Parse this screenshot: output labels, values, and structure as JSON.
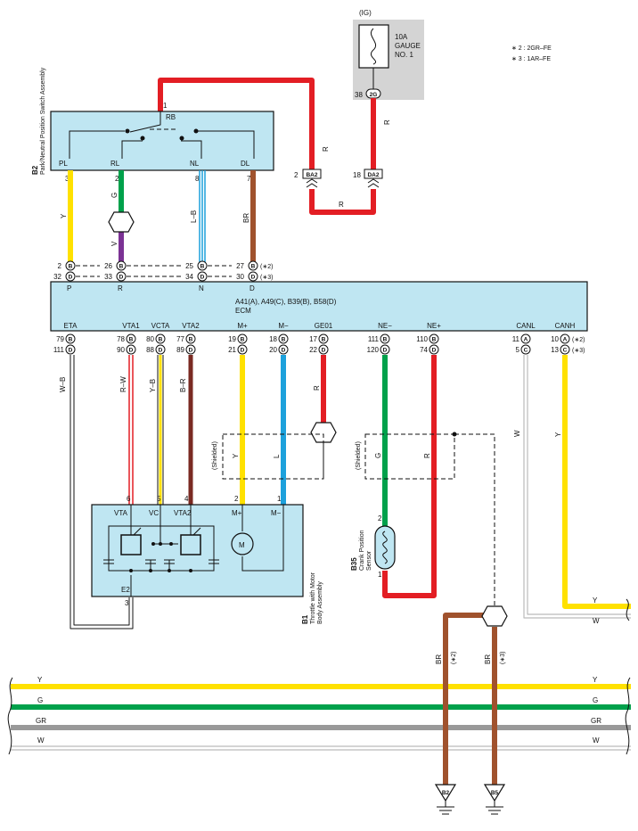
{
  "notes": {
    "n2": "∗ 2 : 2GR–FE",
    "n3": "∗ 3 : 1AR–FE"
  },
  "fuse": {
    "ig": "(IG)",
    "l1": "10A",
    "l2": "GAUGE",
    "l3": "NO. 1",
    "pin": "38",
    "conn": "2G"
  },
  "b2": {
    "code": "B2",
    "name": "Park/Neutral Position Switch Assembly",
    "rb": "RB",
    "pin1": "1",
    "pins": [
      {
        "name": "PL",
        "num": "3"
      },
      {
        "name": "RL",
        "num": "2"
      },
      {
        "name": "NL",
        "num": "8"
      },
      {
        "name": "DL",
        "num": "7"
      }
    ]
  },
  "jc": {
    "ba2": "BA2",
    "ba2_pin": "2",
    "da2": "DA2",
    "da2_pin": "18"
  },
  "wire_colors": {
    "r": "R",
    "y": "Y",
    "g": "G",
    "v": "V",
    "lb": "L–B",
    "br": "BR",
    "rw": "R–W",
    "yb": "Y–B",
    "bR": "B–R",
    "wb": "W–B",
    "l": "L",
    "w": "W",
    "gr": "GR"
  },
  "ecm_top": [
    {
      "num1": "2",
      "c1": "B",
      "num2": "32",
      "c2": "D",
      "sig": "P"
    },
    {
      "num1": "26",
      "c1": "B",
      "num2": "33",
      "c2": "D",
      "sig": "R"
    },
    {
      "num1": "25",
      "c1": "B",
      "num2": "34",
      "c2": "D",
      "sig": "N"
    },
    {
      "num1": "27",
      "c1": "B",
      "num2": "30",
      "c2": "D",
      "sig": "D",
      "n1": "(∗2)",
      "n2": "(∗3)"
    }
  ],
  "ecm": {
    "conns": "A41(A), A49(C), B39(B), B58(D)",
    "name": "ECM"
  },
  "ecm_bottom": [
    {
      "sig": "ETA",
      "num1": "79",
      "c1": "B",
      "num2": "111",
      "c2": "D"
    },
    {
      "sig": "VTA1",
      "num1": "78",
      "c1": "B",
      "num2": "90",
      "c2": "D"
    },
    {
      "sig": "VCTA",
      "num1": "80",
      "c1": "B",
      "num2": "88",
      "c2": "D"
    },
    {
      "sig": "VTA2",
      "num1": "77",
      "c1": "B",
      "num2": "89",
      "c2": "D"
    },
    {
      "sig": "M+",
      "num1": "19",
      "c1": "B",
      "num2": "21",
      "c2": "D"
    },
    {
      "sig": "M−",
      "num1": "18",
      "c1": "B",
      "num2": "20",
      "c2": "D"
    },
    {
      "sig": "GE01",
      "num1": "17",
      "c1": "B",
      "num2": "22",
      "c2": "D"
    },
    {
      "sig": "NE−",
      "num1": "111",
      "c1": "B",
      "num2": "120",
      "c2": "D"
    },
    {
      "sig": "NE+",
      "num1": "110",
      "c1": "B",
      "num2": "74",
      "c2": "D"
    },
    {
      "sig": "CANL",
      "num1": "11",
      "c1": "A",
      "num2": "5",
      "c2": "C"
    },
    {
      "sig": "CANH",
      "num1": "10",
      "c1": "A",
      "num2": "13",
      "c2": "C",
      "n1": "(∗2)",
      "n2": "(∗3)"
    }
  ],
  "shielded": "(Shielded)",
  "b1": {
    "code": "B1",
    "name1": "Throttle with Motor",
    "name2": "Body Assembly",
    "pins": [
      {
        "name": "VTA",
        "num": "6"
      },
      {
        "name": "VC",
        "num": "5"
      },
      {
        "name": "VTA2",
        "num": "4"
      },
      {
        "name": "M+",
        "num": "2"
      },
      {
        "name": "M−",
        "num": "1"
      }
    ],
    "e2": "E2",
    "e2_pin": "3",
    "motor": "M"
  },
  "b35": {
    "code": "B35",
    "name1": "Crank Position",
    "name2": "Sensor",
    "pin2": "2",
    "pin1": "1"
  },
  "ground": {
    "g1": "B2",
    "g2": "B5",
    "n2": "(∗2)",
    "n3": "(∗3)"
  },
  "colors": {
    "red": "#e31e24",
    "yellow": "#ffe100",
    "green": "#00a14b",
    "blue": "#1da1dc",
    "purple": "#7b3294",
    "brown": "#a0522d",
    "gray": "#999999",
    "darkred": "#7a2a22",
    "box": "#bfe6f2",
    "fuse_bg": "#d4d4d4"
  }
}
